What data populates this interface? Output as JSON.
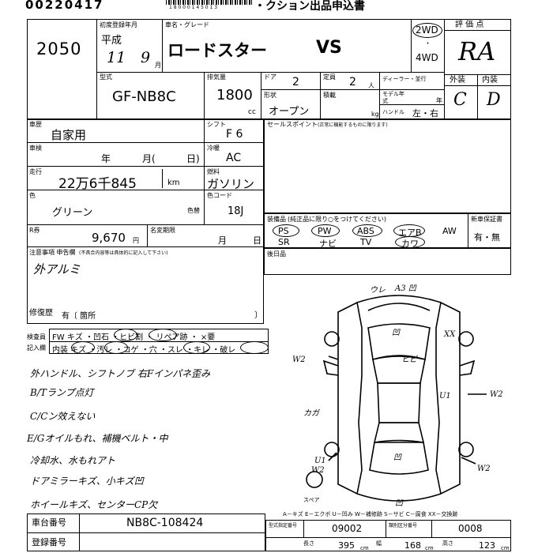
{
  "header": {
    "top_code": "00220417",
    "barcode_num": "1 8 0 0 0 1 4 5 0 1 3",
    "title": "・クション出品申込書"
  },
  "vehicle": {
    "lot_no": "2050",
    "reg_label": "初度登録年月",
    "era": "平成",
    "year": "11",
    "month": "9",
    "month_unit": "月",
    "name_label": "車名・グレード",
    "name": "ロードスター",
    "grade": "VS",
    "drive_2wd": "2WD",
    "drive_4wd": "4WD",
    "eval_label": "評 価 点",
    "eval_value": "RA",
    "model_label": "型式",
    "model": "GF-NB8C",
    "displacement_label": "排気量",
    "displacement": "1800",
    "cc": "cc",
    "doors_label": "ドア",
    "doors": "2",
    "capacity_label": "定員",
    "capacity": "2",
    "capacity_unit": "人",
    "dealer_label": "ディーラー・並行",
    "model_year_label": "モデル年式",
    "model_year_unit": "年",
    "shape_label": "形状",
    "shape": "オープン",
    "load_label": "積載",
    "load_unit": "kg",
    "handle_label": "ハンドル",
    "handle": "左・右",
    "exterior_label": "外装",
    "exterior_value": "C",
    "interior_label": "内装",
    "interior_value": "D"
  },
  "details": {
    "use_label": "車歴",
    "use": "自家用",
    "shift_label": "シフト",
    "shift": "F 6",
    "inspection_label": "車検",
    "inspection_year": "年",
    "inspection_month": "月(",
    "inspection_day": "日)",
    "ac_label": "冷暖",
    "ac": "AC",
    "mileage_label": "走行",
    "mileage": "22万6千845",
    "mileage_unit": "km",
    "fuel_label": "燃料",
    "fuel": "ガソリン",
    "color_label": "色",
    "color": "グリーン",
    "repaint_label": "色替",
    "color_code_label": "色コード",
    "color_code": "18J",
    "recycle_label": "R券",
    "recycle": "9,670",
    "yen": "円",
    "transfer_label": "名変期限",
    "transfer_month": "月",
    "transfer_day": "日",
    "notes_label": "注意事項 申告欄",
    "notes_sub": "(不具合内容等は具体的に記入して下さい)",
    "notes_value": "外アルミ",
    "repair_label": "修復歴",
    "repair_value": "有〔 箇所",
    "selling_points_label": "セールスポイント",
    "selling_points_sub": "(正常に機能するものに限ります)",
    "equipment_label": "装備品",
    "equipment_sub": "(純正品に限り○をつけてください)",
    "equip_row1": [
      "PS",
      "PW",
      "ABS",
      "エアB",
      "AW"
    ],
    "equip_row2": [
      "SR",
      "ナビ",
      "TV",
      "カワ"
    ],
    "new_car_warranty_label": "新車保証書",
    "new_car_warranty": "有・無",
    "post_label": "後日品"
  },
  "inspection": {
    "exterior_label": "検査員",
    "record_label": "記入欄",
    "row1": "FW キズ ・凹石 ・ヒビ割 ・ リペア跡 ・ ×要",
    "row2": "内装 キズ ・汚レ ・コゲ ・穴 ・スレ ・キレ ・破レ"
  },
  "handwritten_notes": [
    "外ハンドル、シフトノブ  右Fインパネ歪み",
    "B/Tランプ点灯",
    "C/Cン效えない",
    "E/Gオイルもれ、補機ベルト・中",
    "冷却水、水もれアト",
    "ドアミラーキズ、小キズ凹",
    "ホイールキズ、センターCP欠"
  ],
  "diagram_marks": {
    "top": "A3 凹",
    "glass": "ウレ",
    "xx": "XX",
    "hood": "凹",
    "crack": "ヒビ",
    "w2_left": "W2",
    "u1_right": "U1",
    "w2_right": "W2",
    "mid_left": "カガ",
    "trunk": "凹",
    "u1_left": "U1",
    "w2_lower": "W2",
    "u2_lower": "W2",
    "rear": "凹",
    "spare": "スペア"
  },
  "legend": "A－キズ E－エクボ U－凹み W－補修跡 S－サビ C－腐食 XX－交換跡",
  "footer": {
    "chassis_label": "車台番号",
    "chassis": "NB8C-108424",
    "registration_label": "登録番号",
    "model_spec_label": "型式指定番号",
    "model_spec": "09002",
    "category_label": "類別区分番号",
    "category": "0008",
    "length_label": "長さ",
    "length": "395",
    "width_label": "幅",
    "width": "168",
    "height_label": "高さ",
    "height": "123",
    "cm": "cm"
  }
}
